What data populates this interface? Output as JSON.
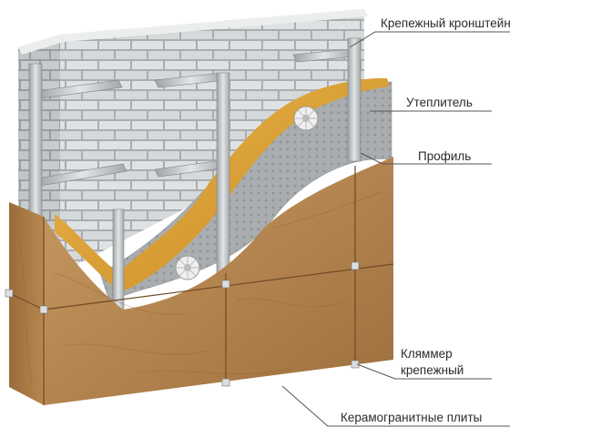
{
  "labels": {
    "bracket": "Крепежный кронштейн",
    "insulation": "Утеплитель",
    "profile": "Профиль",
    "clamp_line1": "Кляммер",
    "clamp_line2": "крепежный",
    "tiles": "Керамогранитные плиты"
  },
  "colors": {
    "brick": "#d9dcdd",
    "mortar": "#a9adb0",
    "insulation": "#e0a437",
    "membrane": "#a8acae",
    "tile": "#b98a55",
    "tile_dark": "#8e6235",
    "metal": "#c7cacc",
    "leader": "#555555"
  }
}
